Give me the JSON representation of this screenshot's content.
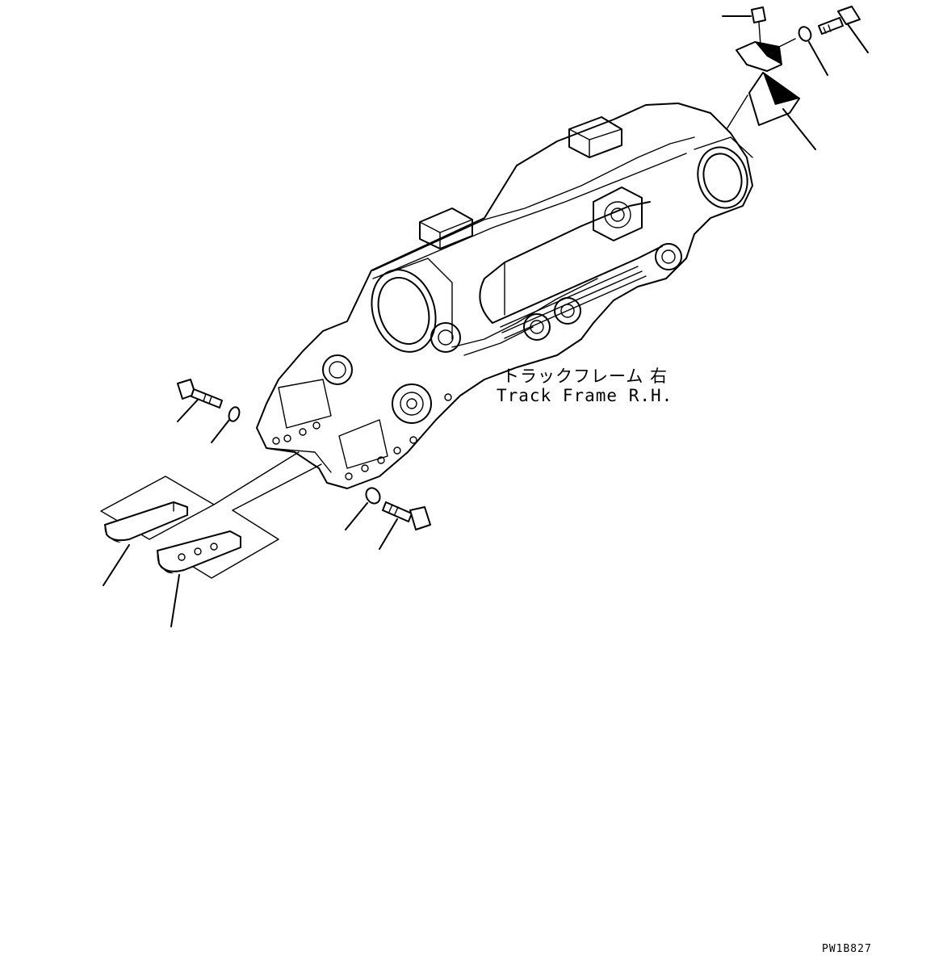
{
  "diagram": {
    "label_jp": "トラックフレーム 右",
    "label_en": "Track Frame R.H.",
    "drawing_code": "PW1B827"
  }
}
